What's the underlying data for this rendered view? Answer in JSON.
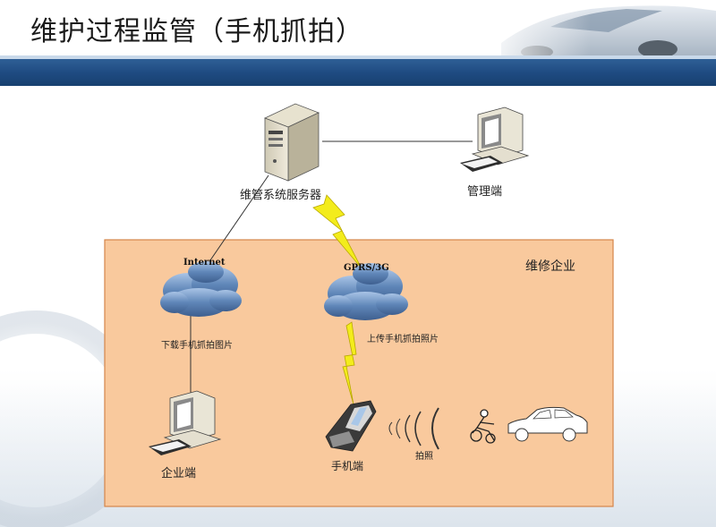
{
  "slide": {
    "title": "维护过程监管（手机抓拍）"
  },
  "diagram": {
    "server_label": "维管系统服务器",
    "admin_label": "管理端",
    "enterprise_zone_label": "维修企业",
    "cloud_internet_label": "Internet",
    "cloud_gprs_label": "GPRS/3G",
    "download_label": "下载手机抓拍图片",
    "upload_label": "上传手机抓拍照片",
    "enterprise_client_label": "企业端",
    "phone_label": "手机端",
    "photo_label": "拍照"
  },
  "colors": {
    "band": "#1f4b82",
    "zone_fill": "#f9c99d",
    "zone_border": "#d4854a",
    "cloud": "#5f86b8",
    "lightning": "#f3ec1c"
  }
}
